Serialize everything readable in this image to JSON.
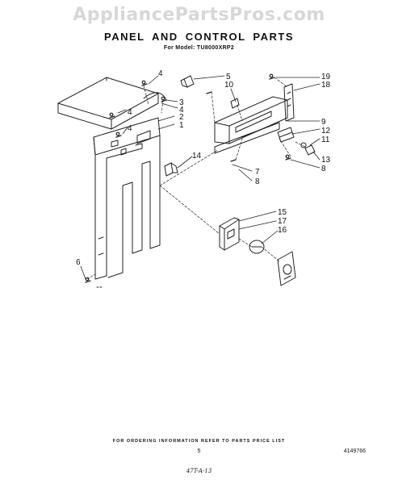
{
  "watermark": "AppliancePartsPros.com",
  "title": "PANEL AND CONTROL PARTS",
  "model_line": "For Model: TU8000XRP2",
  "callouts": [
    {
      "id": "c1",
      "text": "1"
    },
    {
      "id": "c2",
      "text": "2"
    },
    {
      "id": "c3",
      "text": "3"
    },
    {
      "id": "c4a",
      "text": "4"
    },
    {
      "id": "c4b",
      "text": "4"
    },
    {
      "id": "c4c",
      "text": "4"
    },
    {
      "id": "c4d",
      "text": "4"
    },
    {
      "id": "c5",
      "text": "5"
    },
    {
      "id": "c6",
      "text": "6"
    },
    {
      "id": "c7",
      "text": "7"
    },
    {
      "id": "c8a",
      "text": "8"
    },
    {
      "id": "c8b",
      "text": "8"
    },
    {
      "id": "c9",
      "text": "9"
    },
    {
      "id": "c10",
      "text": "10"
    },
    {
      "id": "c11",
      "text": "11"
    },
    {
      "id": "c12",
      "text": "12"
    },
    {
      "id": "c13",
      "text": "13"
    },
    {
      "id": "c14",
      "text": "14"
    },
    {
      "id": "c15",
      "text": "15"
    },
    {
      "id": "c16",
      "text": "16"
    },
    {
      "id": "c17",
      "text": "17"
    },
    {
      "id": "c18",
      "text": "18"
    },
    {
      "id": "c19",
      "text": "19"
    }
  ],
  "footer_note": "FOR ORDERING INFORMATION REFER TO PARTS PRICE LIST",
  "page_number": "5",
  "document_number": "4149766",
  "handwritten_note": "47T-A-13"
}
